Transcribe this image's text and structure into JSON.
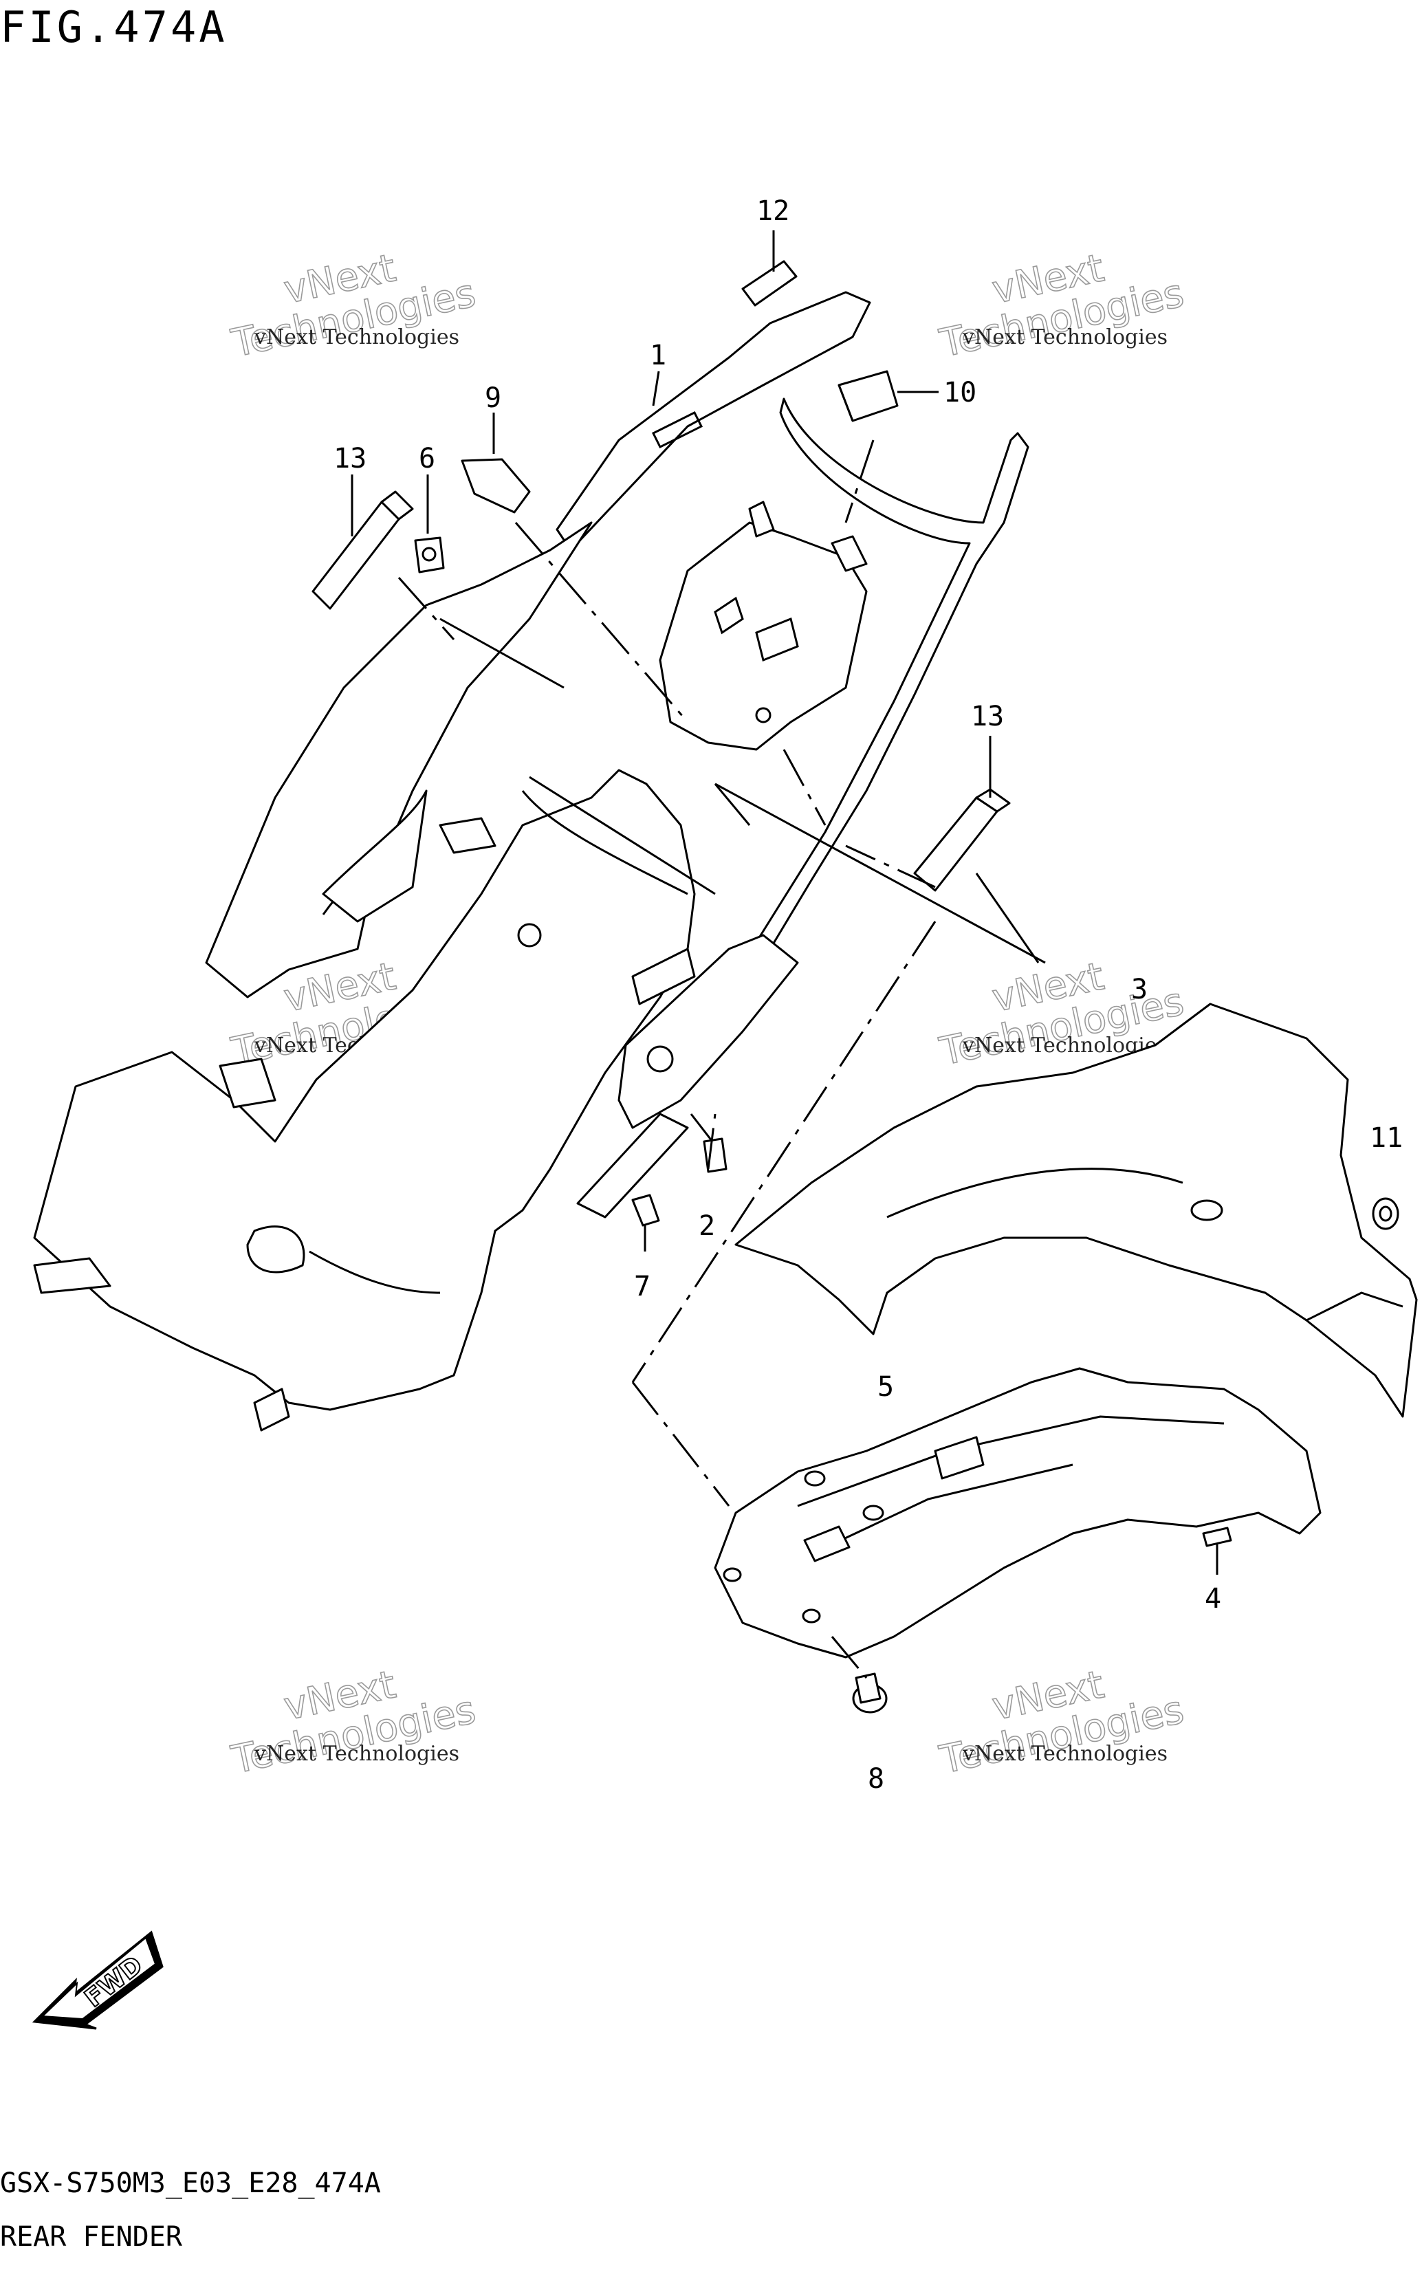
{
  "figure": {
    "title": "FIG.474A",
    "model_code": "GSX-S750M3_E03_E28_474A",
    "section_name": "REAR FENDER"
  },
  "callouts": [
    "1",
    "2",
    "3",
    "4",
    "5",
    "6",
    "7",
    "8",
    "9",
    "10",
    "11",
    "12",
    "13",
    "13"
  ],
  "watermark": {
    "small_text": "vNext Technologies",
    "big_line1": "vNext",
    "big_line2": "Technologies"
  },
  "direction_marker": {
    "label": "FWD",
    "icon": "fwd-arrow-icon"
  }
}
